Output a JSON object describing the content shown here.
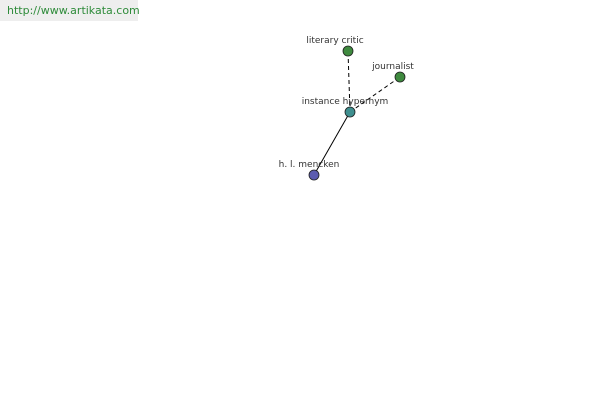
{
  "site": {
    "url": "http://www.artikata.com"
  },
  "colors": {
    "url_text": "#2e8b3a",
    "banner_bg": "#eeeeee",
    "node_root": "#5b5bb0",
    "node_relation": "#3f8f8f",
    "node_leaf": "#3f8a3f",
    "edge": "#000000"
  },
  "graph": {
    "nodes": [
      {
        "id": "literary-critic",
        "label": "literary critic",
        "kind": "leaf"
      },
      {
        "id": "journalist",
        "label": "journalist",
        "kind": "leaf"
      },
      {
        "id": "instance-hypernym",
        "label": "instance hypernym",
        "kind": "relation"
      },
      {
        "id": "hl-mencken",
        "label": "h. l. mencken",
        "kind": "root"
      }
    ],
    "edges": [
      {
        "from": "hl-mencken",
        "to": "instance-hypernym",
        "style": "solid"
      },
      {
        "from": "instance-hypernym",
        "to": "literary-critic",
        "style": "dashed"
      },
      {
        "from": "instance-hypernym",
        "to": "journalist",
        "style": "dashed"
      }
    ]
  }
}
